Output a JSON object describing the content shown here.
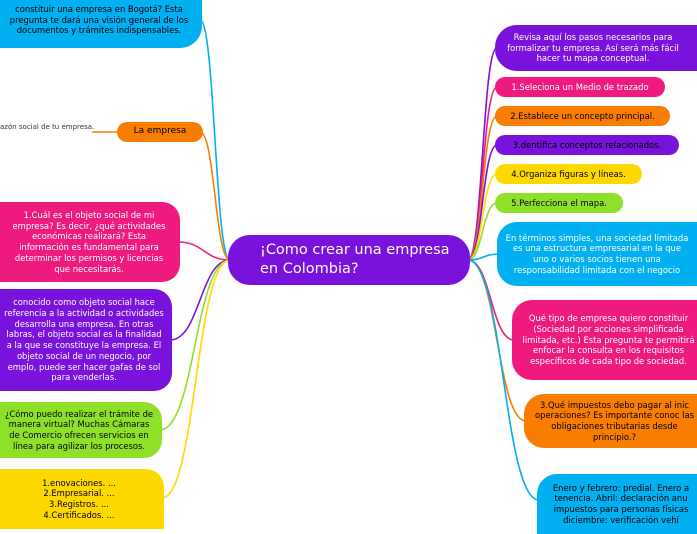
{
  "central_topic": "¡Como crear una empresa en Colombia?",
  "left_nodes": [
    {
      "id": "bogota",
      "text": "constituir una empresa en Bogotá? Esta pregunta te dará una visión general de los documentos y trámites indispensables.",
      "color": "#00b0f0"
    },
    {
      "id": "razon",
      "text": "azón social de tu empresa."
    },
    {
      "id": "la-empresa",
      "text": "La empresa",
      "color": "#f97d00"
    },
    {
      "id": "objeto-social-1",
      "text": "1.Cuál es el objeto social de mi empresa? Es decir, ¿qué actividades económicas realizará? Esta información es fundamental para determinar los permisos y licencias que necesitarás.",
      "color": "#ef1a7e"
    },
    {
      "id": "objeto-social-2",
      "text": "conocido como objeto social hace referencia a la actividad o actividades desarrolla una empresa. En otras labras, el objeto social es la finalidad a la que se constituye la empresa. El objeto social de un negocio, por emplo, puede ser hacer gafas de sol para venderlas.",
      "color": "#7a12de"
    },
    {
      "id": "tramite",
      "text": "¿Cómo puedo realizar el trámite de manera virtual? Muchas Cámaras de Comercio ofrecen servicios en línea para agilizar los procesos.",
      "color": "#8fe028"
    },
    {
      "id": "renovaciones",
      "text": "1.enovaciones. ...\n2.Empresarial. ...\n3.Registros. ...\n4.Certificados. ...",
      "color": "#ffd800"
    }
  ],
  "right_nodes": [
    {
      "id": "revisa",
      "text": "Revisa aquí los pasos necesarios para formalizar tu empresa. Así será más fácil hacer tu mapa conceptual.",
      "color": "#7a12de"
    },
    {
      "id": "paso-1",
      "text": "1.Seleciona un Medio de trazado",
      "color": "#ef1a7e"
    },
    {
      "id": "paso-2",
      "text": "2.Establece un concepto principal.",
      "color": "#f97d00"
    },
    {
      "id": "paso-3",
      "text": "3.dentifica conceptos relacionados.",
      "color": "#7a12de"
    },
    {
      "id": "paso-4",
      "text": "4.Organiza figuras y líneas.",
      "color": "#ffd800"
    },
    {
      "id": "paso-5",
      "text": "5.Perfecciona el mapa.",
      "color": "#8fe028"
    },
    {
      "id": "sociedad-limitada",
      "text": "En términos simples, una sociedad limitada es una estructura empresarial en la que uno o varios socios tienen una responsabilidad limitada con el negocio",
      "color": "#00b0f0"
    },
    {
      "id": "tipo-empresa",
      "text": "Qué tipo de empresa quiero constituir (Sociedad por acciones simplificada limitada, etc.) Esta pregunta te permitirá enfocar la consulta en los requisitos específicos de cada tipo de sociedad.",
      "color": "#ef1a7e"
    },
    {
      "id": "impuestos",
      "text": "3.Qué impuestos debo pagar al inic operaciones? Es importante conoc las obligaciones tributarias desde principio.?",
      "color": "#f97d00"
    },
    {
      "id": "enero-febrero",
      "text": "Enero y febrero: predial. Enero a tenencia. Abril: declaración anu impuestos para personas físicas diciembre: verificación vehí",
      "color": "#00b0f0"
    }
  ]
}
